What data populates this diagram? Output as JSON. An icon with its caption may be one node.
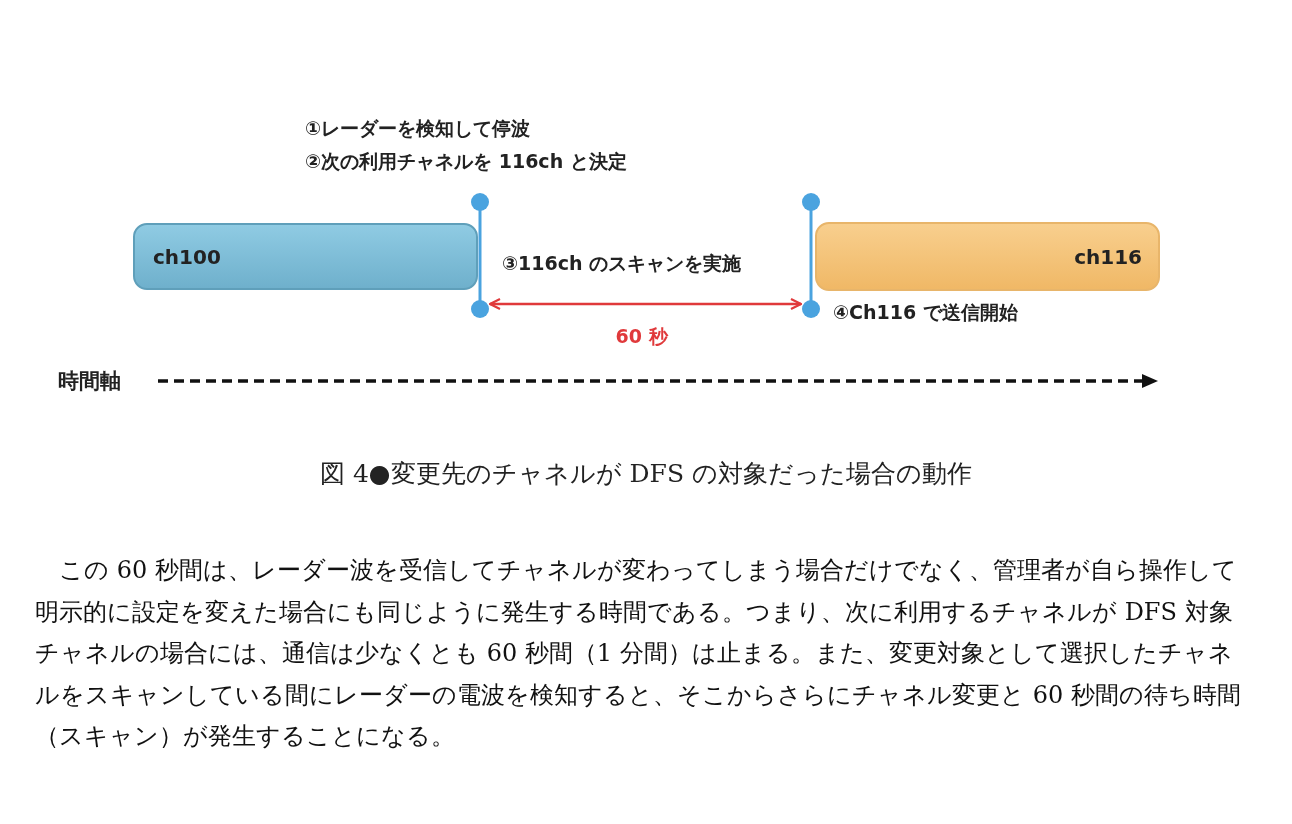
{
  "diagram": {
    "caption": "図 4●変更先のチャネルが DFS の対象だった場合の動作",
    "nodes": [
      {
        "text": [
          "ch100"
        ]
      },
      {
        "text": [
          "ch116"
        ]
      },
      {
        "text": [],
        "shape": "line"
      },
      {
        "text": [],
        "shape": "line"
      }
    ],
    "edges": [
      {
        "from": 2,
        "to": 3,
        "arrow": "both",
        "label": "60 秒",
        "color": "#e0393b"
      }
    ],
    "labels": [
      "①レーダーを検知して停波",
      "②次の利用チャネルを 116ch と決定",
      "③116ch のスキャンを実施",
      "④Ch116 で送信開始",
      "時間軸",
      "この 60 秒間は、レーダー波を受信してチャネルが変わってしまう場合だけでなく、管理者が自ら操作して明示的に設定を変えた場合にも同じように発生する時間である。つまり、次に利用するチャネルが DFS 対象チャネルの場合には、通信は少なくとも 60 秒間（1 分間）は止まる。また、変更対象として選択したチャネルをスキャンしている間にレーダーの電波を検知すると、そこからさらにチャネル変更と 60 秒間の待ち時間（スキャン）が発生することになる。"
    ]
  }
}
